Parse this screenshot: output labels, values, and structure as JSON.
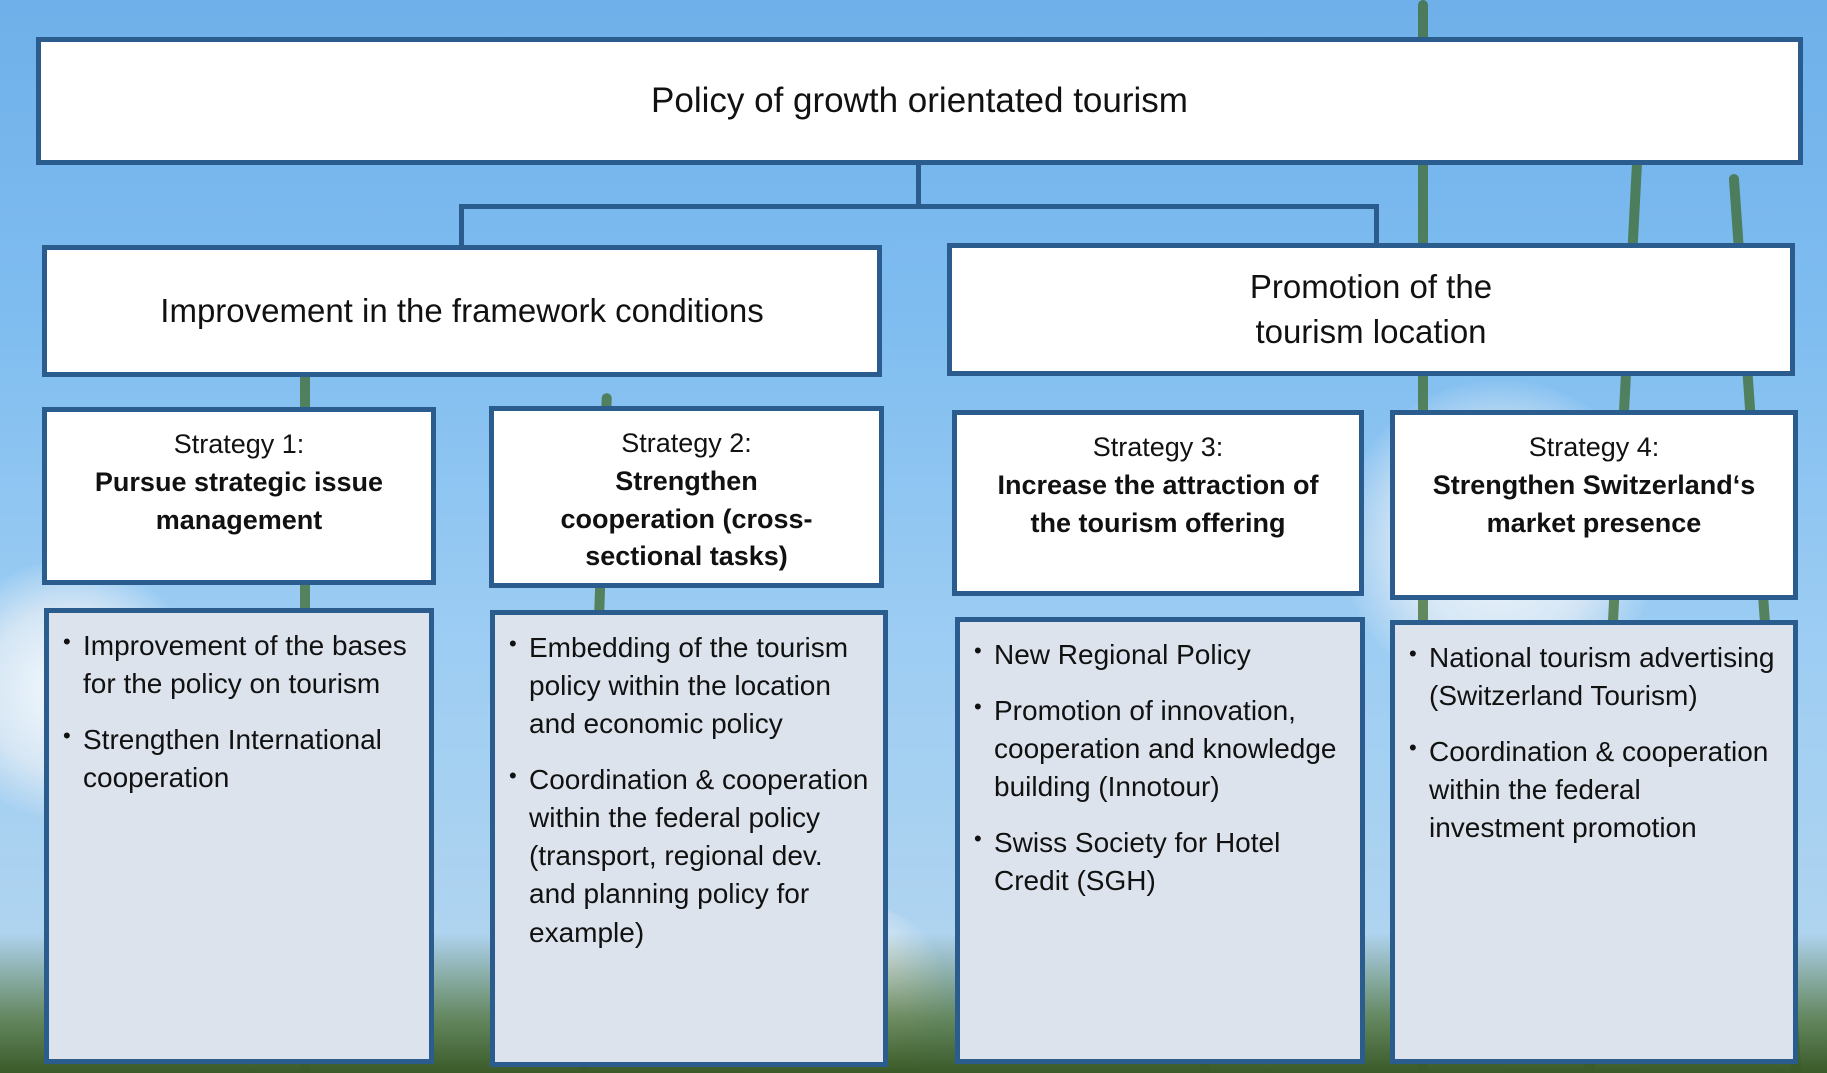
{
  "top_box": "Policy of growth orientated tourism",
  "pillars": [
    {
      "label": "Improvement in the framework conditions"
    },
    {
      "label_lines": [
        "Promotion of the",
        "tourism location"
      ]
    }
  ],
  "strategies": [
    {
      "number": "Strategy 1:",
      "title": "Pursue strategic issue management",
      "items": [
        "Improvement of the bases for the policy on tourism",
        "Strengthen International cooperation"
      ]
    },
    {
      "number": "Strategy 2:",
      "title": "Strengthen cooperation (cross-sectional tasks)",
      "items": [
        "Embedding of the tourism policy within the location and economic policy",
        "Coordination & cooperation within the federal policy (transport, regional dev. and planning  policy for example)"
      ]
    },
    {
      "number": "Strategy 3:",
      "title": "Increase the attraction of the tourism offering",
      "items": [
        "New Regional Policy",
        "Promotion of innovation, cooperation and knowledge building (Innotour)",
        "Swiss Society for Hotel Credit (SGH)"
      ]
    },
    {
      "number": "Strategy 4:",
      "title": "Strengthen Switzerland‘s market presence",
      "items": [
        "National tourism advertising (Switzerland Tourism)",
        "Coordination & cooperation within the federal investment promotion"
      ]
    }
  ],
  "colors": {
    "border": "#2a5c8e",
    "list_fill": "#dce3ec",
    "sky": "#7fbdf0"
  }
}
